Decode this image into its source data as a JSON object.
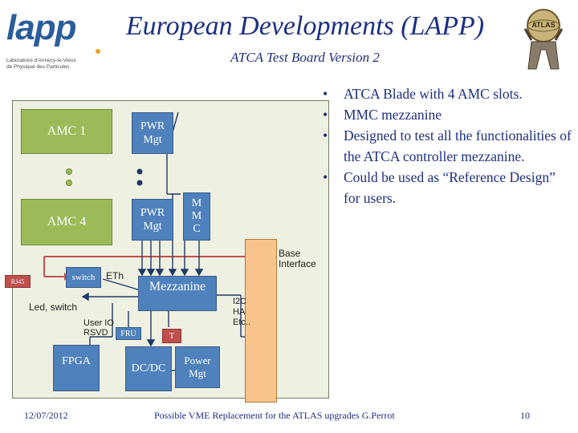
{
  "slide": {
    "title": "European Developments (LAPP)",
    "subtitle": "ATCA Test Board Version 2",
    "logo_word": "lapp",
    "logo_line1": "Laboratoire d'Annecy-le-Vieux",
    "logo_line2": "de Physique des Particules",
    "atlas_logo_text": "ATLAS"
  },
  "bullets": [
    "ATCA Blade with 4 AMC slots.",
    "MMC mezzanine",
    "Designed to test all the functionalities of the ATCA controller mezzanine.",
    "Could be used as “Reference Design” for users."
  ],
  "bullet_symbol": "•",
  "diagram": {
    "amc1": "AMC 1",
    "amc4": "AMC 4",
    "pwr_mgt_1": [
      "PWR",
      "Mgt"
    ],
    "pwr_mgt_2": [
      "PWR",
      "Mgt"
    ],
    "mmc": [
      "M",
      "M",
      "C"
    ],
    "base_interface": [
      "Base",
      "Interface"
    ],
    "switch": "switch",
    "eth": "ETh",
    "rj45": "RJ45",
    "mezzanine": "Mezzanine",
    "led_switch": "Led, switch",
    "user_io": [
      "User IO",
      "RSVD"
    ],
    "fru": "FRU",
    "t": "T",
    "fpga": "FPGA",
    "dcdc": "DC/DC",
    "power_mgt": [
      "Power",
      "Mgt"
    ],
    "i2c": [
      "I2C",
      "HA",
      "Etc.."
    ]
  },
  "footer": {
    "date": "12/07/2012",
    "caption": "Possible VME Replacement for the ATLAS upgrades G.Perrot",
    "page": "10"
  },
  "colors": {
    "title": "#1c2f82",
    "board": "#eef0e1",
    "amc_green": "#9bbb59",
    "block_blue": "#4f81bd",
    "base_orange": "#f8c48c",
    "link_red": "#c0504d"
  }
}
